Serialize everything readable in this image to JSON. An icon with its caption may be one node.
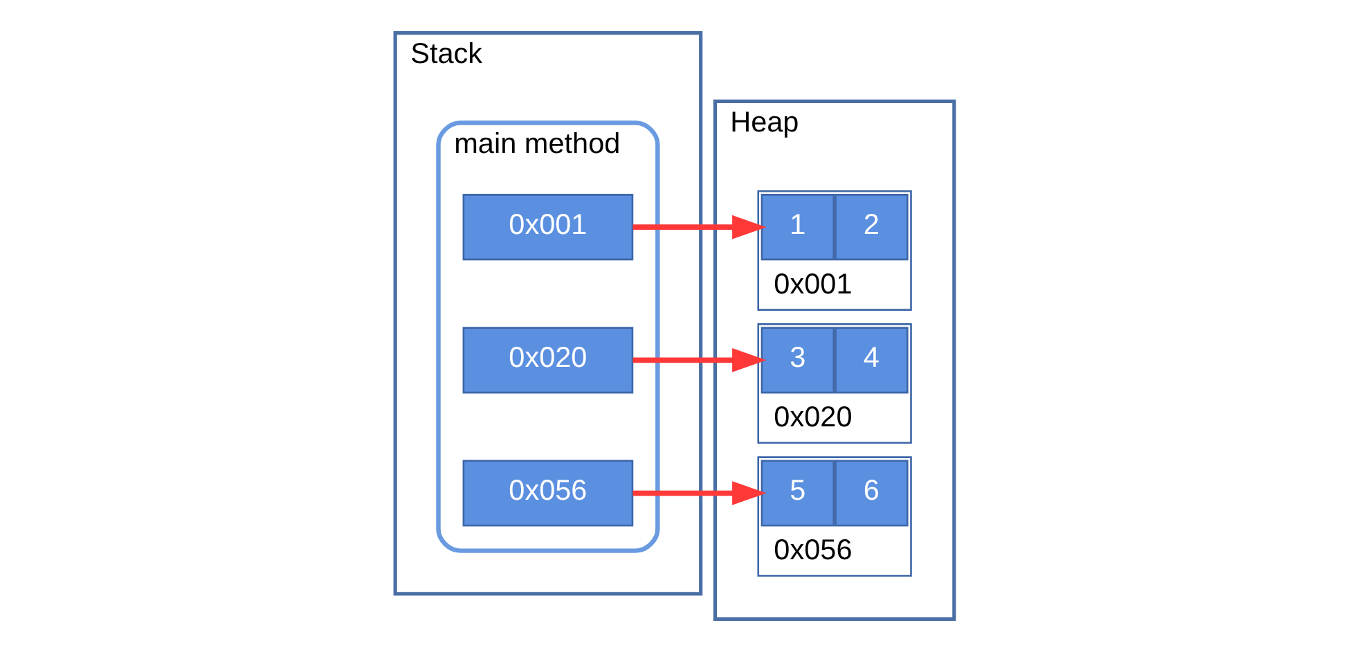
{
  "diagram": {
    "nodes": [
      {
        "text": [
          "Stack"
        ]
      },
      {
        "text": [
          "main method"
        ],
        "in": 0
      },
      {
        "text": [
          "0x001"
        ],
        "in": 1
      },
      {
        "text": [
          "0x020"
        ],
        "in": 1
      },
      {
        "text": [
          "0x056"
        ],
        "in": 1
      },
      {
        "text": [
          "Heap"
        ]
      },
      {
        "text": [],
        "shape": "box",
        "in": 5,
        "beside": [
          "0x001"
        ]
      },
      {
        "text": [
          "1"
        ],
        "in": 6
      },
      {
        "text": [
          "2"
        ],
        "in": 6
      },
      {
        "text": [],
        "shape": "box",
        "in": 5,
        "beside": [
          "0x020"
        ]
      },
      {
        "text": [
          "3"
        ],
        "in": 9
      },
      {
        "text": [
          "4"
        ],
        "in": 9
      },
      {
        "text": [],
        "shape": "box",
        "in": 5,
        "beside": [
          "0x056"
        ]
      },
      {
        "text": [
          "5"
        ],
        "in": 12
      },
      {
        "text": [
          "6"
        ],
        "in": 12
      }
    ],
    "edges": [
      {
        "from": 2,
        "to": 6,
        "arrow": "to"
      },
      {
        "from": 3,
        "to": 9,
        "arrow": "to"
      },
      {
        "from": 4,
        "to": 12,
        "arrow": "to"
      }
    ]
  }
}
